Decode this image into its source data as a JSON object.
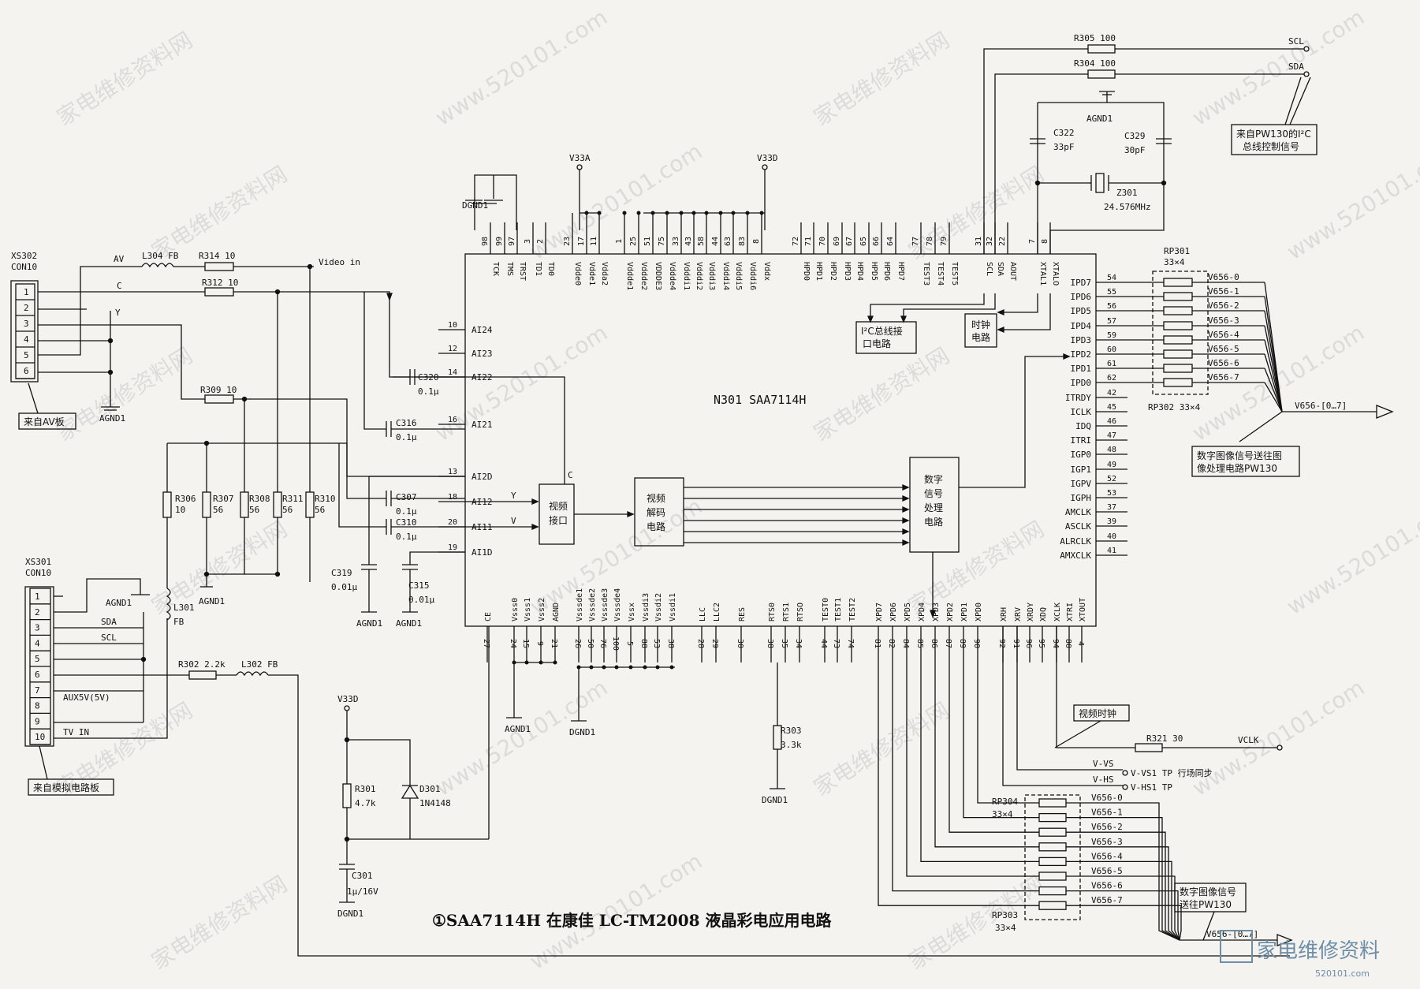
{
  "title": "①SAA7114H 在康佳 LC-TM2008 液晶彩电应用电路",
  "ic": {
    "label": "N301  SAA7114H",
    "blocks": {
      "video_interface": [
        "视频",
        "接口"
      ],
      "video_decoder": [
        "视频",
        "解码",
        "电路"
      ],
      "dsp": [
        "数字",
        "信号",
        "处理",
        "电路"
      ],
      "i2c": [
        "I²C总线接",
        "口电路"
      ],
      "clock": [
        "时钟",
        "电路"
      ]
    },
    "sig_y": "Y",
    "sig_v": "V",
    "sig_c": "C",
    "top_pins": [
      {
        "name": "TCK",
        "num": "98"
      },
      {
        "name": "TMS",
        "num": "99"
      },
      {
        "name": "TRST",
        "num": "97"
      },
      {
        "name": "TD1",
        "num": "3"
      },
      {
        "name": "TD0",
        "num": "2"
      },
      {
        "name": "Vdde0",
        "num": "23"
      },
      {
        "name": "Vdde1",
        "num": "17"
      },
      {
        "name": "Vdda2",
        "num": "11"
      },
      {
        "name": "Vddde1",
        "num": "1"
      },
      {
        "name": "Vddde2",
        "num": "25"
      },
      {
        "name": "VDDDE3",
        "num": "51"
      },
      {
        "name": "Vddde4",
        "num": "75"
      },
      {
        "name": "Vdddi1",
        "num": "33"
      },
      {
        "name": "Vdddi2",
        "num": "43"
      },
      {
        "name": "Vdddi3",
        "num": "58"
      },
      {
        "name": "Vdddi4",
        "num": "44"
      },
      {
        "name": "Vdddi5",
        "num": "63"
      },
      {
        "name": "Vdddi6",
        "num": "83"
      },
      {
        "name": "Vddx",
        "num": "8"
      },
      {
        "name": "HPD0",
        "num": "72"
      },
      {
        "name": "HPD1",
        "num": "71"
      },
      {
        "name": "HPD2",
        "num": "70"
      },
      {
        "name": "HPD3",
        "num": "69"
      },
      {
        "name": "HPD4",
        "num": "67"
      },
      {
        "name": "HPD5",
        "num": "65"
      },
      {
        "name": "HPD6",
        "num": "66"
      },
      {
        "name": "HPD7",
        "num": "64"
      },
      {
        "name": "TEST3",
        "num": "77"
      },
      {
        "name": "TEST4",
        "num": "78"
      },
      {
        "name": "TEST5",
        "num": "79"
      },
      {
        "name": "SCL",
        "num": "31"
      },
      {
        "name": "SDA",
        "num": "32"
      },
      {
        "name": "AOUT",
        "num": "22"
      },
      {
        "name": "XTAL1",
        "num": "7"
      },
      {
        "name": "XTALO",
        "num": "8"
      }
    ],
    "left_pins": [
      {
        "name": "AI24",
        "num": "10"
      },
      {
        "name": "AI23",
        "num": "12"
      },
      {
        "name": "AI22",
        "num": "14"
      },
      {
        "name": "AI21",
        "num": "16"
      },
      {
        "name": "AI2D",
        "num": "13"
      },
      {
        "name": "AI12",
        "num": "18"
      },
      {
        "name": "AI11",
        "num": "20"
      },
      {
        "name": "AI1D",
        "num": "19"
      }
    ],
    "right_pins": [
      {
        "name": "IPD7",
        "num": "54"
      },
      {
        "name": "IPD6",
        "num": "55"
      },
      {
        "name": "IPD5",
        "num": "56"
      },
      {
        "name": "IPD4",
        "num": "57"
      },
      {
        "name": "IPD3",
        "num": "59"
      },
      {
        "name": "IPD2",
        "num": "60"
      },
      {
        "name": "IPD1",
        "num": "61"
      },
      {
        "name": "IPD0",
        "num": "62"
      },
      {
        "name": "ITRDY",
        "num": "42"
      },
      {
        "name": "ICLK",
        "num": "45"
      },
      {
        "name": "IDQ",
        "num": "46"
      },
      {
        "name": "ITRI",
        "num": "47"
      },
      {
        "name": "IGP0",
        "num": "48"
      },
      {
        "name": "IGP1",
        "num": "49"
      },
      {
        "name": "IGPV",
        "num": "52"
      },
      {
        "name": "IGPH",
        "num": "53"
      },
      {
        "name": "AMCLK",
        "num": "37"
      },
      {
        "name": "ASCLK",
        "num": "39"
      },
      {
        "name": "ALRCLK",
        "num": "40"
      },
      {
        "name": "AMXCLK",
        "num": "41"
      }
    ],
    "bottom_pins": [
      {
        "name": "CE",
        "num": "27"
      },
      {
        "name": "Vsss0",
        "num": "24"
      },
      {
        "name": "Vsss1",
        "num": "15"
      },
      {
        "name": "Vsss2",
        "num": "9"
      },
      {
        "name": "AGND",
        "num": "21"
      },
      {
        "name": "Vsssde1",
        "num": "26"
      },
      {
        "name": "Vsssde2",
        "num": "50"
      },
      {
        "name": "Vsssde3",
        "num": "76"
      },
      {
        "name": "Vsssde4",
        "num": "100"
      },
      {
        "name": "Vssx",
        "num": "5"
      },
      {
        "name": "Vssdi3",
        "num": "88"
      },
      {
        "name": "Vssdi2",
        "num": "53"
      },
      {
        "name": "Vssdi1",
        "num": "38"
      },
      {
        "name": "LLC",
        "num": "28"
      },
      {
        "name": "LLC2",
        "num": "29"
      },
      {
        "name": "RES",
        "num": "30"
      },
      {
        "name": "RTS0",
        "num": "38"
      },
      {
        "name": "RTS1",
        "num": "35"
      },
      {
        "name": "RTSO",
        "num": "34"
      },
      {
        "name": "TEST0",
        "num": "44"
      },
      {
        "name": "TEST1",
        "num": "73"
      },
      {
        "name": "TEST2",
        "num": "74"
      },
      {
        "name": "XPD7",
        "num": "81"
      },
      {
        "name": "XPD6",
        "num": "82"
      },
      {
        "name": "XPD5",
        "num": "84"
      },
      {
        "name": "XPD4",
        "num": "85"
      },
      {
        "name": "XPD3",
        "num": "86"
      },
      {
        "name": "XPD2",
        "num": "87"
      },
      {
        "name": "XPD1",
        "num": "89"
      },
      {
        "name": "XPD0",
        "num": "90"
      },
      {
        "name": "XRH",
        "num": "92"
      },
      {
        "name": "XRV",
        "num": "91"
      },
      {
        "name": "XRDY",
        "num": "96"
      },
      {
        "name": "XDQ",
        "num": "95"
      },
      {
        "name": "XCLK",
        "num": "94"
      },
      {
        "name": "XTRI",
        "num": "80"
      },
      {
        "name": "XTOUT",
        "num": "4"
      }
    ]
  },
  "xs302": {
    "ref": "XS302",
    "type": "CON10",
    "pins": [
      "1",
      "2",
      "3",
      "4",
      "5",
      "6"
    ],
    "note": "来自AV板"
  },
  "xs301": {
    "ref": "XS301",
    "type": "CON10",
    "pins": [
      "1",
      "2",
      "3",
      "4",
      "5",
      "6",
      "7",
      "8",
      "9",
      "10"
    ],
    "signals": {
      "sda": "SDA",
      "scl": "SCL",
      "aux": "AUX5V(5V)",
      "tvin": "TV IN"
    },
    "note": "来自模拟电路板"
  },
  "nets": {
    "av": "AV",
    "c": "C",
    "y": "Y",
    "video_in": "Video in",
    "scl": "SCL",
    "sda": "SDA",
    "vclk": "VCLK",
    "vvs": "V-VS",
    "vhs": "V-HS",
    "vvs1": "V-VS1 TP 行场同步",
    "vhs1": "V-HS1 TP",
    "bus_top": "V656-[0…7]",
    "bus_bottom": "V656-[0…7]"
  },
  "components": {
    "l304": "L304 FB",
    "r314": "R314 10",
    "r312": "R312 10",
    "r309": "R309 10",
    "r306": [
      "R306",
      "10"
    ],
    "r307": [
      "R307",
      "56"
    ],
    "r308": [
      "R308",
      "56"
    ],
    "r311": [
      "R311",
      "56"
    ],
    "r310": [
      "R310",
      "56"
    ],
    "c320": [
      "C320",
      "0.1μ"
    ],
    "c316": [
      "C316",
      "0.1μ"
    ],
    "c307": [
      "C307",
      "0.1μ"
    ],
    "c310": [
      "C310",
      "0.1μ"
    ],
    "c319": [
      "C319",
      "0.01μ"
    ],
    "c315": [
      "C315",
      "0.01μ"
    ],
    "l301": [
      "L301",
      "FB"
    ],
    "r302": "R302 2.2k",
    "l302": "L302 FB",
    "r301": [
      "R301",
      "4.7k"
    ],
    "d301": [
      "D301",
      "1N4148"
    ],
    "c301": [
      "C301",
      "1μ/16V"
    ],
    "r303": [
      "R303",
      "3.3k"
    ],
    "r305": "R305 100",
    "r304": "R304 100",
    "c322": [
      "C322",
      "33pF"
    ],
    "c329": [
      "C329",
      "30pF"
    ],
    "z301": [
      "Z301",
      "24.576MHz"
    ],
    "rp301": [
      "RP301",
      "33×4"
    ],
    "rp302": "RP302 33×4",
    "rp304": [
      "RP304",
      "33×4"
    ],
    "rp303": [
      "RP303",
      "33×4"
    ],
    "r321": "R321 30"
  },
  "grounds": {
    "dgnd": "DGND1",
    "agnd": "AGND1"
  },
  "supplies": {
    "v33a": "V33A",
    "v33d": "V33D"
  },
  "bus_top": [
    "V656-0",
    "V656-1",
    "V656-2",
    "V656-3",
    "V656-4",
    "V656-5",
    "V656-6",
    "V656-7"
  ],
  "bus_bottom": [
    "V656-0",
    "V656-1",
    "V656-2",
    "V656-3",
    "V656-4",
    "V656-5",
    "V656-6",
    "V656-7"
  ],
  "notes": {
    "i2c_from_pw130": [
      "来自PW130的I²C",
      "总线控制信号"
    ],
    "to_pw130_top": [
      "数字图像信号送往图",
      "像处理电路PW130"
    ],
    "to_pw130_bottom": [
      "数字图像信号",
      "送往PW130"
    ],
    "video_clock": "视频时钟"
  },
  "watermark": {
    "text": "家电维修资料网",
    "url": "www.520101.com"
  },
  "logo": {
    "text": "家电维修资料",
    "url": "520101.com"
  }
}
